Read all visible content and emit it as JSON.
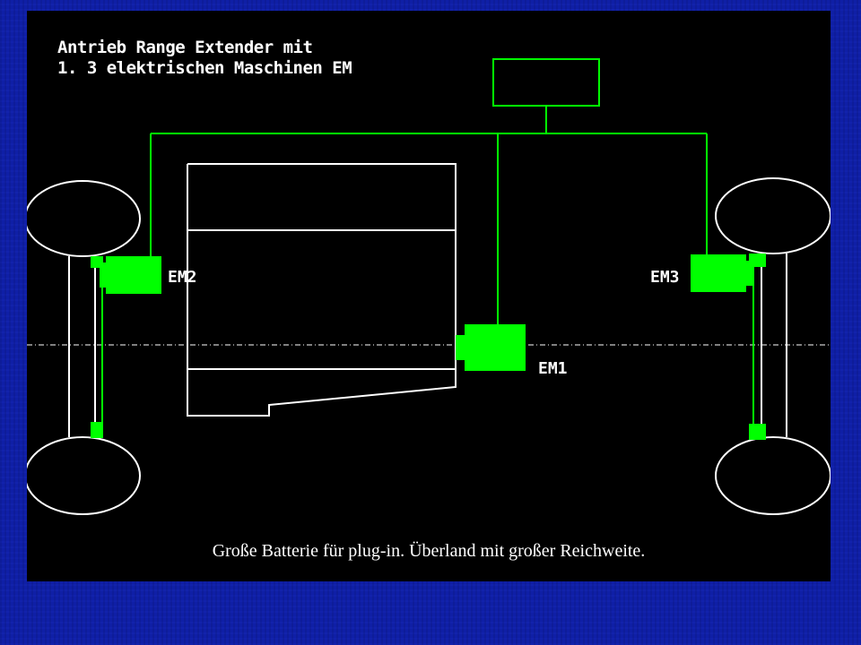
{
  "slide": {
    "title_line1": "Antrieb Range Extender mit",
    "title_line2": "1. 3 elektrischen Maschinen EM",
    "caption": "Große Batterie für plug-in. Überland mit großer Reichweite."
  },
  "diagram": {
    "motors": [
      {
        "label": "EM2"
      },
      {
        "label": "EM3"
      },
      {
        "label": "EM1"
      }
    ]
  },
  "colors": {
    "background": "#0f1fa6",
    "panel": "#000000",
    "line_white": "#ffffff",
    "line_green": "#00ff00"
  }
}
